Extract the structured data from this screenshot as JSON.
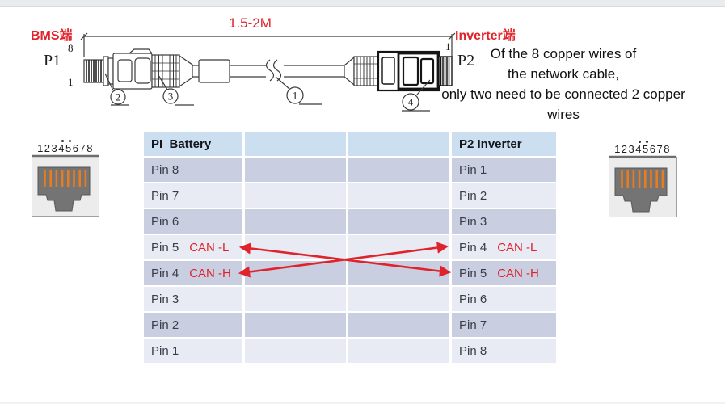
{
  "diagram": {
    "bms_label": "BMS端",
    "length_label": "1.5-2M",
    "inverter_label": "Inverter端",
    "p1": {
      "name": "P1",
      "top_pin": "8",
      "bottom_pin": "1"
    },
    "p2": {
      "name": "P2",
      "top_pin": "1",
      "bottom_pin": "8"
    },
    "callouts": {
      "c1": "1",
      "c2": "2",
      "c3": "3",
      "c4": "4"
    }
  },
  "note": "Of the 8 copper wires of\nthe network cable,\nonly two need to be connected 2 copper\nwires",
  "rj45": {
    "left_pins": "12345678",
    "right_pins": "12345678"
  },
  "table": {
    "header_left": "PI  Battery",
    "header_right": "P2 Inverter",
    "rows": [
      {
        "left": "Pin 8",
        "left_tag": "",
        "right": "Pin 1",
        "right_tag": ""
      },
      {
        "left": "Pin 7",
        "left_tag": "",
        "right": "Pin 2",
        "right_tag": ""
      },
      {
        "left": "Pin 6",
        "left_tag": "",
        "right": "Pin 3",
        "right_tag": ""
      },
      {
        "left": "Pin 5",
        "left_tag": "CAN -L",
        "right": "Pin 4",
        "right_tag": "CAN -L"
      },
      {
        "left": "Pin 4",
        "left_tag": "CAN -H",
        "right": "Pin 5",
        "right_tag": "CAN -H"
      },
      {
        "left": "Pin 3",
        "left_tag": "",
        "right": "Pin 6",
        "right_tag": ""
      },
      {
        "left": "Pin 2",
        "left_tag": "",
        "right": "Pin 7",
        "right_tag": ""
      },
      {
        "left": "Pin 1",
        "left_tag": "",
        "right": "Pin 8",
        "right_tag": ""
      }
    ]
  },
  "colors": {
    "accent_red": "#e0222a",
    "header_bg": "#cbdff0",
    "row_dark": "#c9cfe1",
    "row_light": "#e8eaf4",
    "pin_orange": "#e87c20"
  }
}
